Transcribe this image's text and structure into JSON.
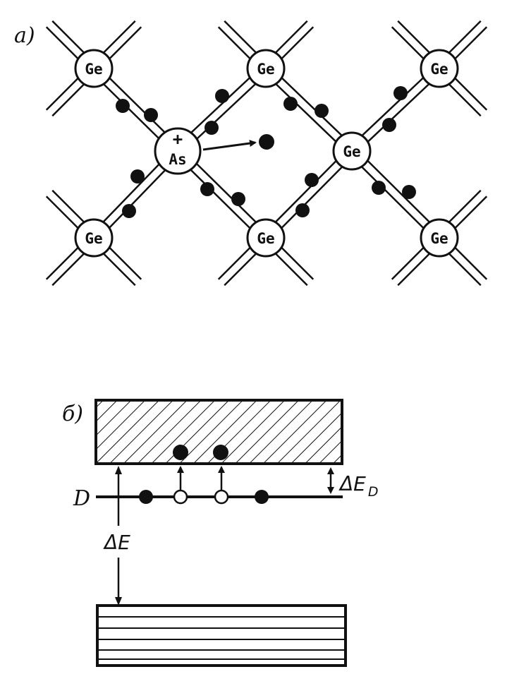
{
  "panel_a": {
    "label": "a)",
    "atoms": [
      {
        "id": "ge-1",
        "symbol": "Ge"
      },
      {
        "id": "ge-2",
        "symbol": "Ge"
      },
      {
        "id": "ge-3",
        "symbol": "Ge"
      },
      {
        "id": "as",
        "symbol": "As",
        "charge": "+"
      },
      {
        "id": "ge-4",
        "symbol": "Ge"
      },
      {
        "id": "ge-5",
        "symbol": "Ge"
      },
      {
        "id": "ge-6",
        "symbol": "Ge"
      },
      {
        "id": "ge-7",
        "symbol": "Ge"
      }
    ]
  },
  "panel_b": {
    "label": "б)",
    "donor_level_label": "D",
    "gap_label": "ΔE",
    "donor_gap_label": "ΔE",
    "donor_gap_sub": "D"
  },
  "colors": {
    "ink": "#111111",
    "background": "#ffffff"
  }
}
